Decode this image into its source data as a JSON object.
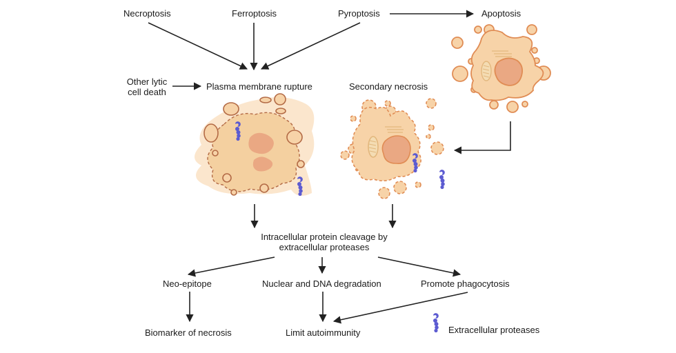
{
  "title": "Lytic cell death, secondary necrosis and extracellular protease cleavage",
  "colors": {
    "arrow": "#222222",
    "cell_fill": "#f7d3a8",
    "cell_stroke": "#e08c54",
    "nucleus_fill": "#eaa883",
    "protease": "#5c5bd1",
    "halo": "#fbe6cd"
  },
  "nodes": {
    "necroptosis": "Necroptosis",
    "ferroptosis": "Ferroptosis",
    "pyroptosis": "Pyroptosis",
    "apoptosis": "Apoptosis",
    "other_lytic_line1": "Other lytic",
    "other_lytic_line2": "cell death",
    "plasma_membrane_rupture": "Plasma membrane rupture",
    "secondary_necrosis": "Secondary necrosis",
    "cleavage_line1": "Intracellular protein cleavage by",
    "cleavage_line2": "extracellular proteases",
    "neo_epitope": "Neo-epitope",
    "nuclear_dna_degradation": "Nuclear and DNA degradation",
    "promote_phagocytosis": "Promote phagocytosis",
    "biomarker": "Biomarker of necrosis",
    "limit_autoimmunity": "Limit autoimmunity"
  },
  "legend": {
    "items": [
      {
        "icon": "protease-icon",
        "label": "Extracellular proteases"
      }
    ]
  },
  "edges": [
    {
      "from": "Necroptosis",
      "to": "Plasma membrane rupture"
    },
    {
      "from": "Ferroptosis",
      "to": "Plasma membrane rupture"
    },
    {
      "from": "Pyroptosis",
      "to": "Plasma membrane rupture"
    },
    {
      "from": "Pyroptosis",
      "to": "Apoptosis"
    },
    {
      "from": "Other lytic cell death",
      "to": "Plasma membrane rupture"
    },
    {
      "from": "Apoptosis",
      "to": "Secondary necrosis"
    },
    {
      "from": "Plasma membrane rupture",
      "to": "Intracellular protein cleavage by extracellular proteases"
    },
    {
      "from": "Secondary necrosis",
      "to": "Intracellular protein cleavage by extracellular proteases"
    },
    {
      "from": "Intracellular protein cleavage by extracellular proteases",
      "to": "Neo-epitope"
    },
    {
      "from": "Intracellular protein cleavage by extracellular proteases",
      "to": "Nuclear and DNA degradation"
    },
    {
      "from": "Intracellular protein cleavage by extracellular proteases",
      "to": "Promote phagocytosis"
    },
    {
      "from": "Neo-epitope",
      "to": "Biomarker of necrosis"
    },
    {
      "from": "Nuclear and DNA degradation",
      "to": "Limit autoimmunity"
    },
    {
      "from": "Promote phagocytosis",
      "to": "Limit autoimmunity"
    }
  ]
}
